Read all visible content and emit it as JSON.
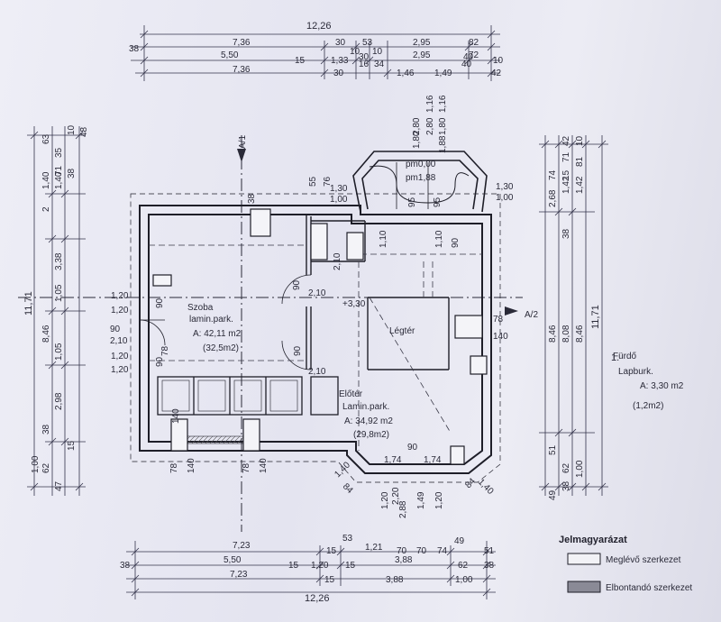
{
  "top_dims": {
    "total": "12,26",
    "row1": [
      "38",
      "7,36",
      "30",
      "53",
      "2,95",
      "82"
    ],
    "row2": [
      "5,50",
      "15",
      "1,33",
      "10",
      "10",
      "2,95",
      "72",
      "10"
    ],
    "row3": [
      "7,36",
      "30",
      "16",
      "34",
      "1,46",
      "1,49",
      "40",
      "42"
    ],
    "small": [
      "30",
      "40"
    ]
  },
  "bottom_dims": {
    "row1": [
      "7,23",
      "53",
      "15",
      "1,21",
      "70",
      "70",
      "74",
      "49",
      "51"
    ],
    "row2": [
      "38",
      "5,50",
      "15",
      "1,20",
      "15",
      "3,88",
      "62",
      "38"
    ],
    "row3": [
      "7,23",
      "15",
      "3,88",
      "1,00"
    ],
    "total": "12,26"
  },
  "left_dims": {
    "outer": "11,71",
    "col2": [
      "8,46",
      "1,05",
      "1,05"
    ],
    "col3": [
      "1,40",
      "1,40",
      "3,38",
      "2,98",
      "1,00"
    ],
    "col4": [
      "63",
      "35",
      "71",
      "38",
      "62",
      "47"
    ],
    "col5": [
      "10",
      "48",
      "38",
      "15",
      "2"
    ]
  },
  "right_dims": {
    "outer": "11,71",
    "col2": [
      "8,46",
      "8,08",
      "8,46"
    ],
    "col3": [
      "74",
      "1,42",
      "1,42",
      "71",
      "62",
      "1,00"
    ],
    "col4": [
      "42",
      "81",
      "10",
      "15",
      "38",
      "49",
      "51"
    ],
    "small": [
      "2,68",
      "38"
    ]
  },
  "sections": {
    "a1": "A/1",
    "a2": "A/2"
  },
  "rooms": {
    "room1": {
      "name": "Szoba",
      "floor": "lamin.park.",
      "area": "A: 42,11 m2",
      "area2": "(32,5m2)"
    },
    "room2": {
      "name": "Előtér",
      "floor": "Lamin.park.",
      "area": "A: 34,92 m2",
      "area2": "(29,8m2)"
    },
    "legter": "Légtér",
    "bath": {
      "index": "1.",
      "name": "Fürdő",
      "floor": "Lapburk.",
      "area": "A: 3,30 m2",
      "area2": "(1,2m2)"
    }
  },
  "stair": {
    "pm1": "pm0,00",
    "pm2": "pm1,88"
  },
  "inner_dims": [
    "1,20",
    "1,20",
    "90",
    "2,10",
    "1,20",
    "1,20",
    "90",
    "90",
    "2,10",
    "90",
    "2,10",
    "+3,30",
    "90",
    "2,10",
    "78",
    "140",
    "78",
    "140",
    "78",
    "140",
    "78",
    "140",
    "1,74",
    "1,74",
    "90",
    "1,40",
    "84",
    "1,40",
    "84",
    "1,20",
    "2,88",
    "1,49",
    "1,20",
    "2,20",
    "1,10",
    "1,10",
    "90",
    "55",
    "76",
    "1,30",
    "1,00",
    "38",
    "1,30",
    "1,00",
    "2,80",
    "1,80",
    "95",
    "95",
    "1,16",
    "1,16",
    "2,80",
    "1,80",
    "1,88"
  ],
  "legend": {
    "title": "Jelmagyarázat",
    "items": [
      {
        "label": "Meglévő szerkezet",
        "fill": "#f2f2f6"
      },
      {
        "label": "Elbontandó szerkezet",
        "fill": "#8a8a96"
      }
    ]
  }
}
